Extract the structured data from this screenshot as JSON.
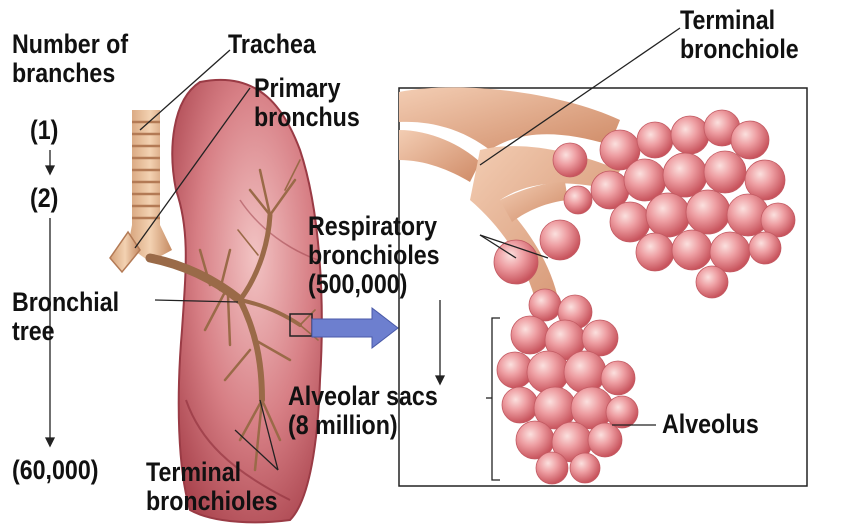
{
  "labels": {
    "number_of_branches": "Number of\nbranches",
    "count_1": "(1)",
    "count_2": "(2)",
    "bronchial_tree": "Bronchial\ntree",
    "count_60000": "(60,000)",
    "trachea": "Trachea",
    "primary_bronchus": "Primary\nbronchus",
    "respiratory_bronchioles": "Respiratory\nbronchioles\n(500,000)",
    "alveolar_sacs": "Alveolar sacs\n(8 million)",
    "terminal_bronchioles": "Terminal\nbronchioles",
    "terminal_bronchiole": "Terminal\nbronchiole",
    "alveolus": "Alveolus"
  },
  "colors": {
    "lung": "#c9646c",
    "lung_light": "#e8a9ab",
    "airway": "#e3a98a",
    "alveoli": "#e58a8f",
    "arrow": "#6d7fcf",
    "frame": "#222222"
  }
}
